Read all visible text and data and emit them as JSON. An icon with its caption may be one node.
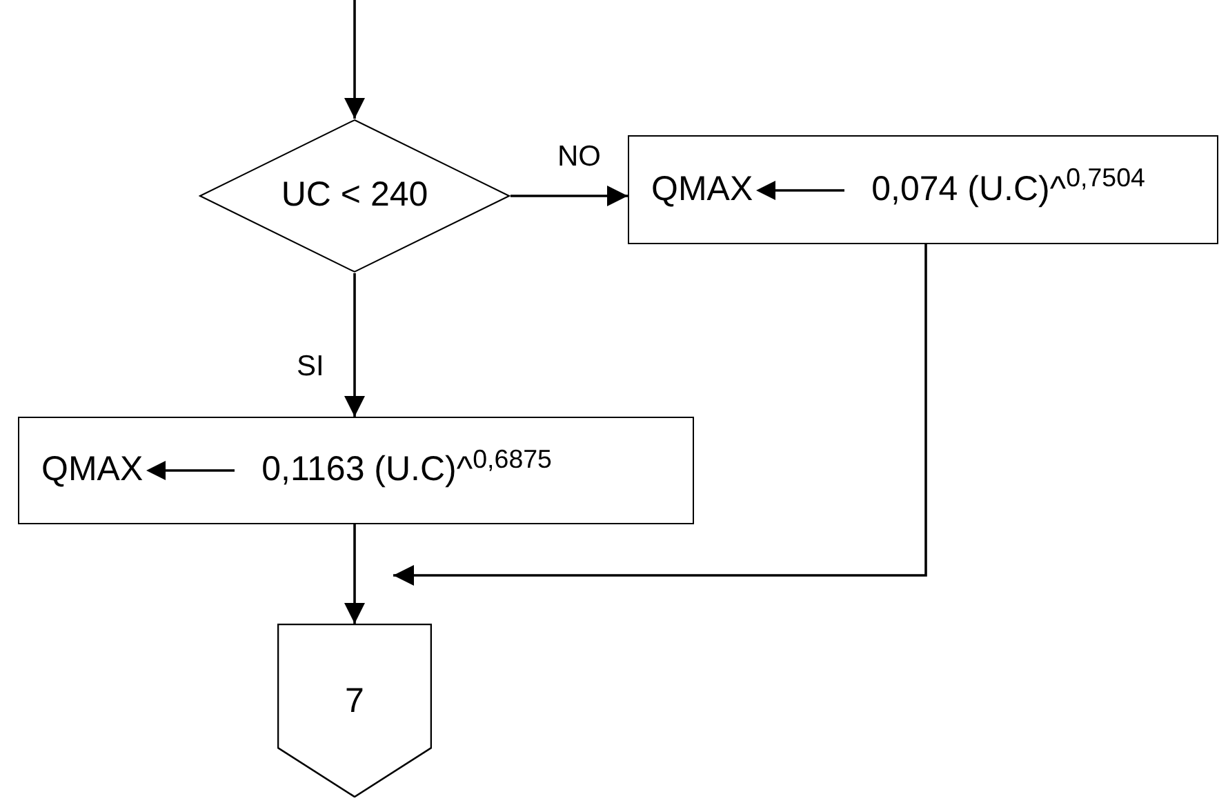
{
  "diagram": {
    "nodes": [
      {
        "text": [
          "UC < 240"
        ]
      },
      {
        "text": [
          "QMAX",
          "0,074 (U.C)^$^{0,7504}$"
        ]
      },
      {
        "text": [
          "QMAX",
          "0,1163 (U.C)^$^{0,6875}$"
        ]
      },
      {
        "text": [
          "7"
        ]
      }
    ],
    "edges": [
      {
        "from": null,
        "to": 0,
        "arrow": "to"
      },
      {
        "from": 0,
        "to": 1,
        "arrow": "to",
        "label": "NO"
      },
      {
        "from": 0,
        "to": 2,
        "arrow": "to",
        "label": "SI"
      },
      {
        "from": 2,
        "to": 3,
        "arrow": "to"
      },
      {
        "from": 1,
        "to": null,
        "arrow": "to"
      }
    ]
  }
}
